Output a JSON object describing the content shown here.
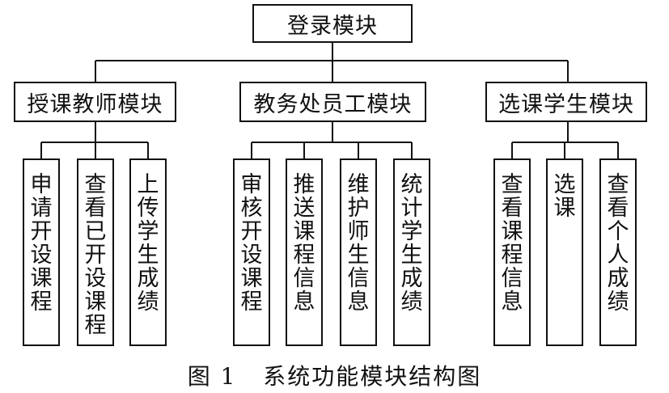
{
  "root": {
    "label": "登录模块"
  },
  "modules": [
    {
      "label": "授课教师模块",
      "functions": [
        "申请开设课程",
        "查看已开设课程",
        "上传学生成绩"
      ]
    },
    {
      "label": "教务处员工模块",
      "functions": [
        "审核开设课程",
        "推送课程信息",
        "维护师生信息",
        "统计学生成绩"
      ]
    },
    {
      "label": "选课学生模块",
      "functions": [
        "查看课程信息",
        "选课",
        "查看个人成绩"
      ]
    }
  ],
  "caption": "图 1   系统功能模块结构图"
}
